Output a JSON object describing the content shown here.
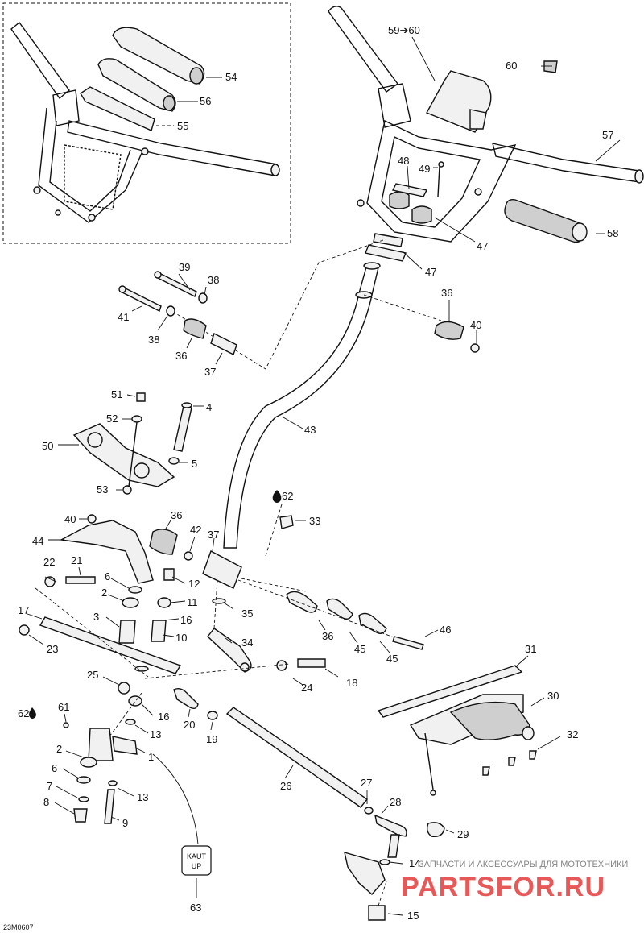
{
  "diagram_id": "23M0607",
  "callouts": {
    "c54": "54",
    "c56": "56",
    "c55": "55",
    "c5960": "59➔60",
    "c60": "60",
    "c57": "57",
    "c58": "58",
    "c48": "48",
    "c49": "49",
    "c47a": "47",
    "c47b": "47",
    "c39": "39",
    "c38a": "38",
    "c41": "41",
    "c38b": "38",
    "c36a": "36",
    "c37a": "37",
    "c36b": "36",
    "c40a": "40",
    "c43": "43",
    "c51": "51",
    "c4": "4",
    "c52": "52",
    "c50": "50",
    "c5": "5",
    "c53": "53",
    "c62a": "62",
    "c33": "33",
    "c40b": "40",
    "c36c": "36",
    "c44": "44",
    "c42": "42",
    "c37b": "37",
    "c22": "22",
    "c21": "21",
    "c6a": "6",
    "c12": "12",
    "c2a": "2",
    "c11": "11",
    "c3": "3",
    "c16a": "16",
    "c10": "10",
    "c35": "35",
    "c17": "17",
    "c23": "23",
    "c34": "34",
    "c36d": "36",
    "c45a": "45",
    "c45b": "45",
    "c46": "46",
    "c25": "25",
    "c24": "24",
    "c18": "18",
    "c62b": "62",
    "c61": "61",
    "c16b": "16",
    "c20": "20",
    "c19": "19",
    "c13a": "13",
    "c1": "1",
    "c2b": "2",
    "c6b": "6",
    "c7": "7",
    "c8": "8",
    "c13b": "13",
    "c9": "9",
    "c26": "26",
    "c27": "27",
    "c28": "28",
    "c29": "29",
    "c14": "14",
    "c15": "15",
    "c31": "31",
    "c30": "30",
    "c32": "32",
    "c63": "63"
  },
  "label_plate": {
    "line1": "KAUT",
    "line2": "UP"
  },
  "watermark": {
    "top": "ЗАПЧАСТИ И АКСЕССУАРЫ ДЛЯ МОТОТЕХНИКИ",
    "brand": "PARTSFOR.RU"
  },
  "colors": {
    "ink": "#111111",
    "watermark_red": "#e54848"
  },
  "icons": {
    "oil_drop": "oil-drop-icon"
  }
}
